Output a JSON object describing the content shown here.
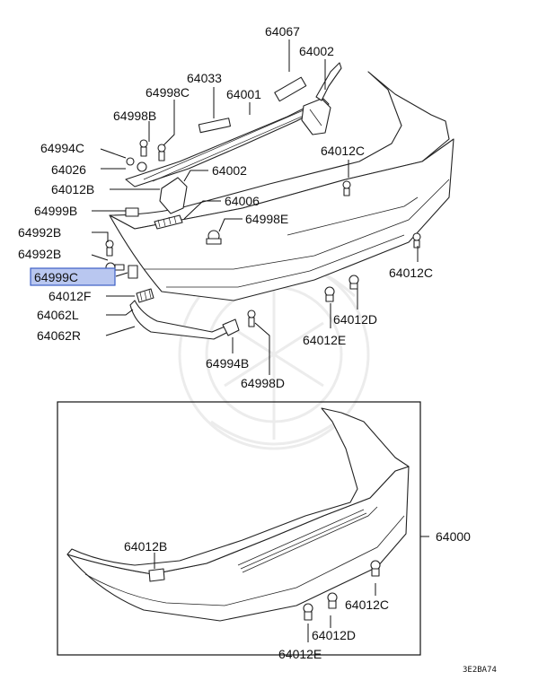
{
  "labels": {
    "l64067": "64067",
    "l64002a": "64002",
    "l64033": "64033",
    "l64998C": "64998C",
    "l64001": "64001",
    "l64998B": "64998B",
    "l64994C": "64994C",
    "l64026": "64026",
    "l64012C_top": "64012C",
    "l64002b": "64002",
    "l64012B_top": "64012B",
    "l64006": "64006",
    "l64999B": "64999B",
    "l64998E": "64998E",
    "l64992B_a": "64992B",
    "l64992B_b": "64992B",
    "l64012C_right": "64012C",
    "l64999C": "64999C",
    "l64012F": "64012F",
    "l64012D_top": "64012D",
    "l64062L": "64062L",
    "l64062R": "64062R",
    "l64012E_top": "64012E",
    "l64994B": "64994B",
    "l64998D": "64998D",
    "l64000": "64000",
    "l64012B_box": "64012B",
    "l64012C_box": "64012C",
    "l64012D_box": "64012D",
    "l64012E_box": "64012E"
  },
  "highlighted_part": "64999C",
  "highlight_color": "#b9c7f0",
  "diagram_code": "3E2BA74"
}
